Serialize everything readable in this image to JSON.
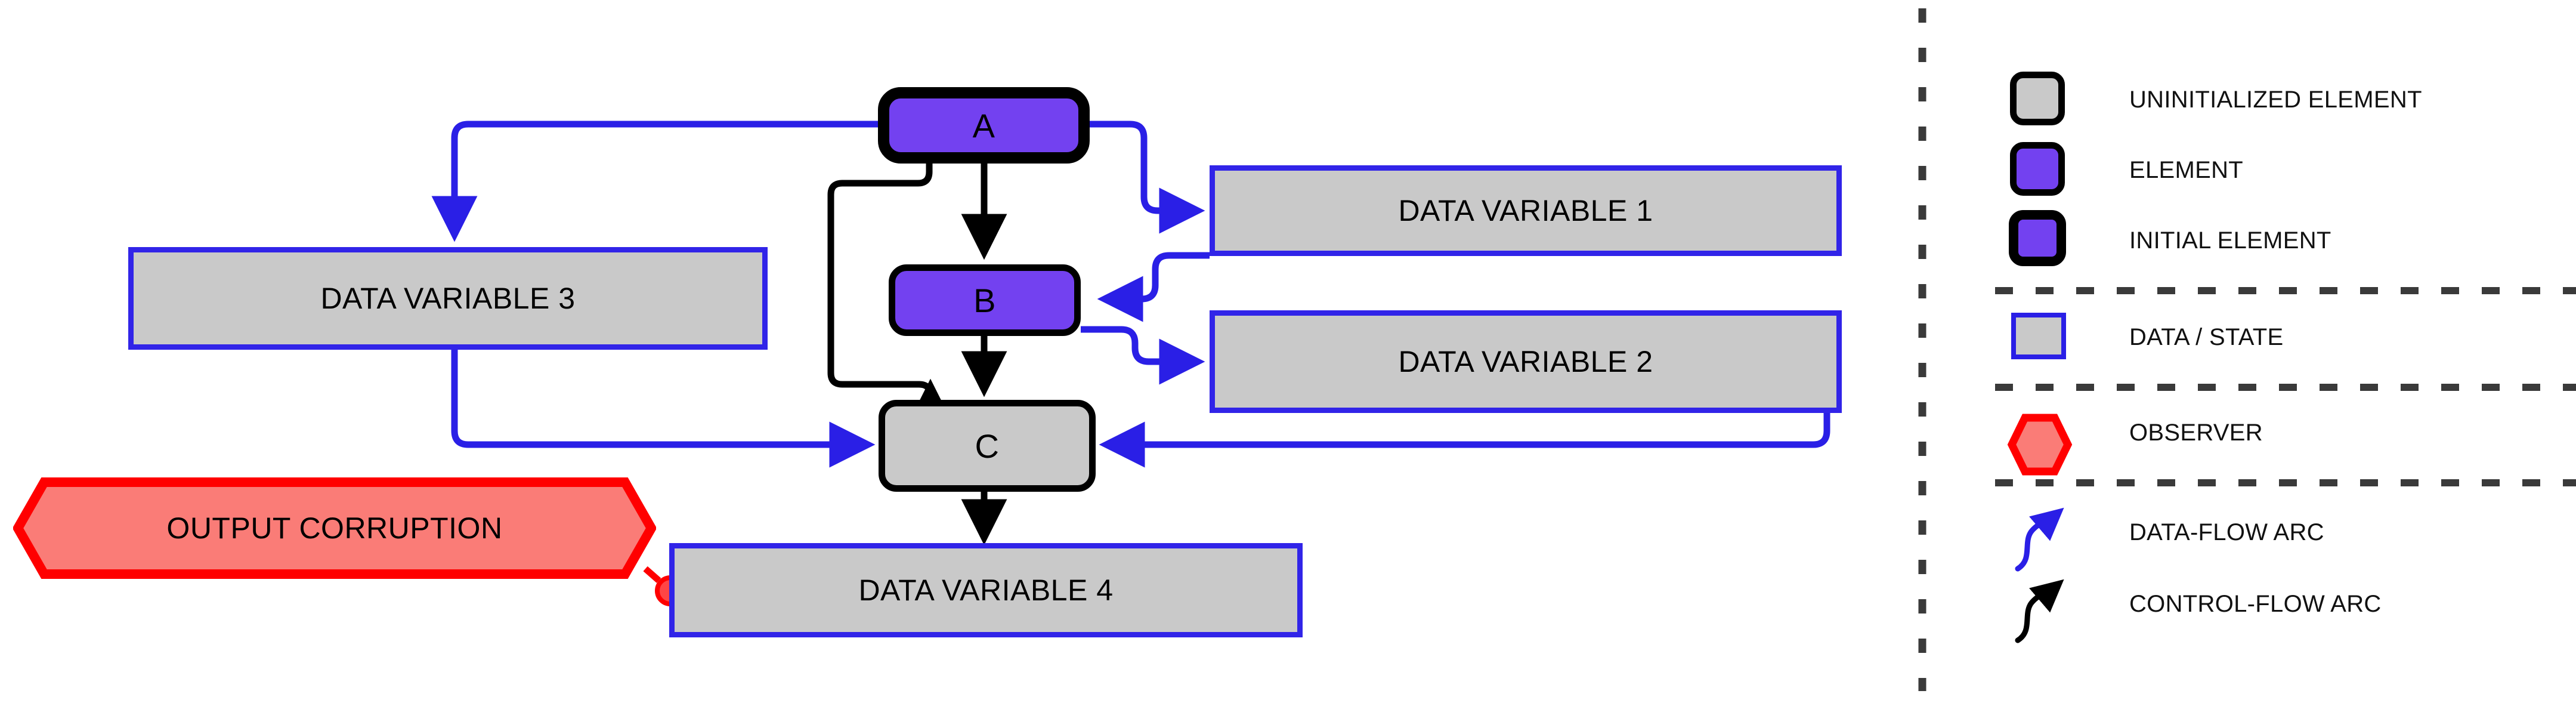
{
  "diagram": {
    "elements": [
      {
        "id": "A",
        "label": "A",
        "kind": "initial-element"
      },
      {
        "id": "B",
        "label": "B",
        "kind": "element"
      },
      {
        "id": "C",
        "label": "C",
        "kind": "uninitialized-element"
      }
    ],
    "data_variables": [
      {
        "id": "dv1",
        "label": "DATA VARIABLE 1"
      },
      {
        "id": "dv2",
        "label": "DATA VARIABLE 2"
      },
      {
        "id": "dv3",
        "label": "DATA VARIABLE 3"
      },
      {
        "id": "dv4",
        "label": "DATA VARIABLE 4"
      }
    ],
    "observers": [
      {
        "id": "obs1",
        "label": "OUTPUT CORRUPTION"
      }
    ],
    "arcs": [
      {
        "from": "A",
        "to": "dv3",
        "type": "data-flow"
      },
      {
        "from": "A",
        "to": "dv1",
        "type": "data-flow"
      },
      {
        "from": "A",
        "to": "B",
        "type": "control-flow"
      },
      {
        "from": "A",
        "to": "C",
        "type": "control-flow"
      },
      {
        "from": "dv1",
        "to": "B",
        "type": "data-flow"
      },
      {
        "from": "B",
        "to": "dv2",
        "type": "data-flow"
      },
      {
        "from": "B",
        "to": "C",
        "type": "control-flow"
      },
      {
        "from": "dv3",
        "to": "C",
        "type": "data-flow"
      },
      {
        "from": "dv2",
        "to": "C",
        "type": "data-flow"
      },
      {
        "from": "C",
        "to": "dv4",
        "type": "control-flow"
      },
      {
        "from": "obs1",
        "to": "dv4",
        "type": "observation"
      }
    ]
  },
  "legend": {
    "items": [
      {
        "key": "uninitialized-element",
        "label": "UNINITIALIZED ELEMENT",
        "swatch": "rounded-gray-thick-black"
      },
      {
        "key": "element",
        "label": "ELEMENT",
        "swatch": "rounded-purple-black"
      },
      {
        "key": "initial-element",
        "label": "INITIAL ELEMENT",
        "swatch": "rounded-purple-thick-black"
      },
      {
        "key": "data-state",
        "label": "DATA / STATE",
        "swatch": "rect-gray-blue"
      },
      {
        "key": "observer",
        "label": "OBSERVER",
        "swatch": "hexagon-red"
      },
      {
        "key": "data-flow-arc",
        "label": "DATA-FLOW ARC",
        "swatch": "squiggle-arrow-blue"
      },
      {
        "key": "control-flow-arc",
        "label": "CONTROL-FLOW ARC",
        "swatch": "squiggle-arrow-black"
      }
    ]
  },
  "colors": {
    "element_purple": "#7341F0",
    "uninitialized_gray": "#C9C9C9",
    "data_border_blue": "#3124E8",
    "data_flow_blue": "#2A1FE6",
    "control_flow_black": "#000000",
    "observer_red": "#FF0000",
    "observer_fill": "#FA7C77",
    "divider_gray": "#3A3A3A"
  }
}
